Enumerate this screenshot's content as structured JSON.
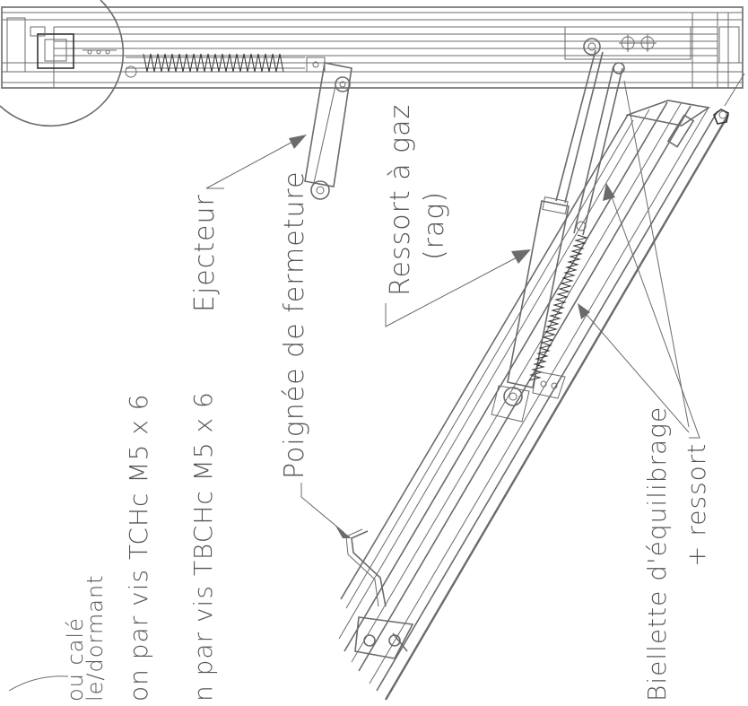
{
  "labels": {
    "ejecteur": "Ejecteur",
    "ressort_line1": "Ressort à gaz",
    "ressort_line2": "(rag)",
    "poignee": "Poignée de fermeture",
    "biellette_line1": "Biellette d'équilibrage",
    "biellette_line2": "+ ressort",
    "fix_tchc": "on par vis TCHc M5 x 6",
    "fix_tbchc": "n par vis TBCHc M5 x 6",
    "cale_line1": "ou calé",
    "cale_line2": "le/dormant"
  },
  "colors": {
    "line": "#6b6b6b",
    "dark": "#333333",
    "text": "#555555",
    "background": "#ffffff"
  }
}
